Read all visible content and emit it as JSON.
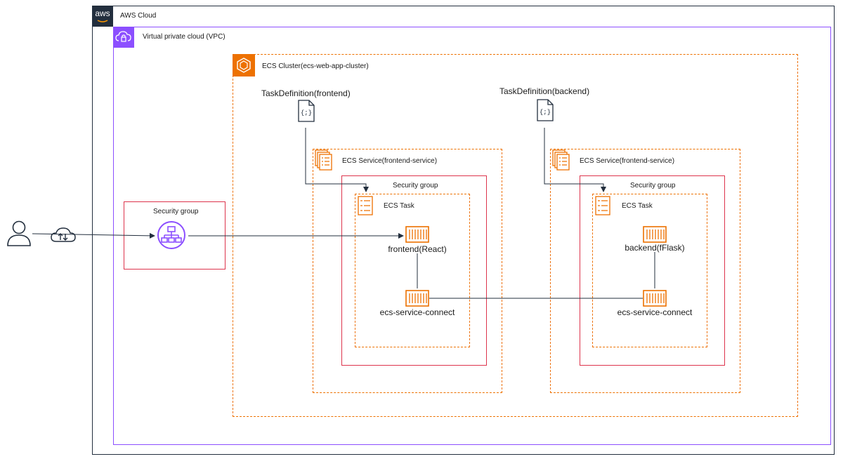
{
  "colors": {
    "aws_cloud_border": "#232f3e",
    "vpc_border": "#8c4fff",
    "ecs_orange": "#ed7100",
    "security_group_red": "#dd344c",
    "load_balancer_purple": "#8c4fff",
    "line": "#232f3e"
  },
  "aws_cloud": {
    "logo": "aws",
    "label": "AWS Cloud"
  },
  "vpc": {
    "icon": "vpc-cloud-lock-icon",
    "label": "Virtual private cloud (VPC)"
  },
  "left": {
    "user_icon": "user-icon",
    "internet_icon": "internet-cloud-icon",
    "security_group": {
      "label": "Security group",
      "icon": "load-balancer-icon"
    }
  },
  "cluster": {
    "label": "ECS Cluster(ecs-web-app-cluster)",
    "icon": "ecs-icon"
  },
  "frontend": {
    "task_definition": "TaskDefinition(frontend)",
    "service": "ECS Service(frontend-service)",
    "security_group": "Security group",
    "task": "ECS Task",
    "app_container": "frontend(React)",
    "connect_container": "ecs-service-connect"
  },
  "backend": {
    "task_definition": "TaskDefinition(backend)",
    "service": "ECS Service(frontend-service)",
    "security_group": "Security group",
    "task": "ECS Task",
    "app_container": "backend(fFlask)",
    "connect_container": "ecs-service-connect"
  }
}
